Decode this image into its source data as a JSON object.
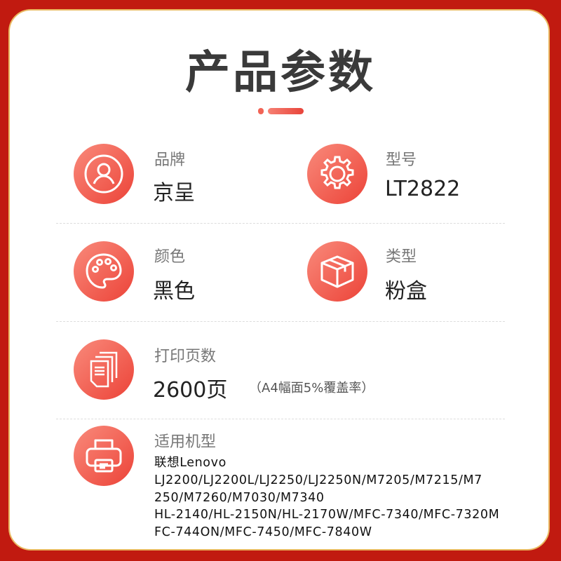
{
  "title": "产品参数",
  "params": {
    "brand": {
      "label": "品牌",
      "value": "京呈",
      "icon": "user-icon"
    },
    "model": {
      "label": "型号",
      "value": "LT2822",
      "icon": "gear-icon"
    },
    "color": {
      "label": "颜色",
      "value": "黑色",
      "icon": "palette-icon"
    },
    "type": {
      "label": "类型",
      "value": "粉盒",
      "icon": "box-icon"
    },
    "pages": {
      "label": "打印页数",
      "value": "2600页",
      "note": "（A4幅面5%覆盖率）",
      "icon": "documents-icon"
    },
    "compatible": {
      "label": "适用机型",
      "icon": "printer-icon",
      "lines": [
        "联想Lenovo",
        "LJ2200/LJ2200L/LJ2250/LJ2250N/M7205/M7215/M7",
        "250/M7260/M7030/M7340",
        "HL-2140/HL-2150N/HL-2170W/MFC-7340/MFC-7320M",
        "FC-744ON/MFC-7450/MFC-7840W"
      ]
    }
  },
  "colors": {
    "background": "#c11a10",
    "accent": "#ec4338",
    "border": "#e9b860"
  }
}
